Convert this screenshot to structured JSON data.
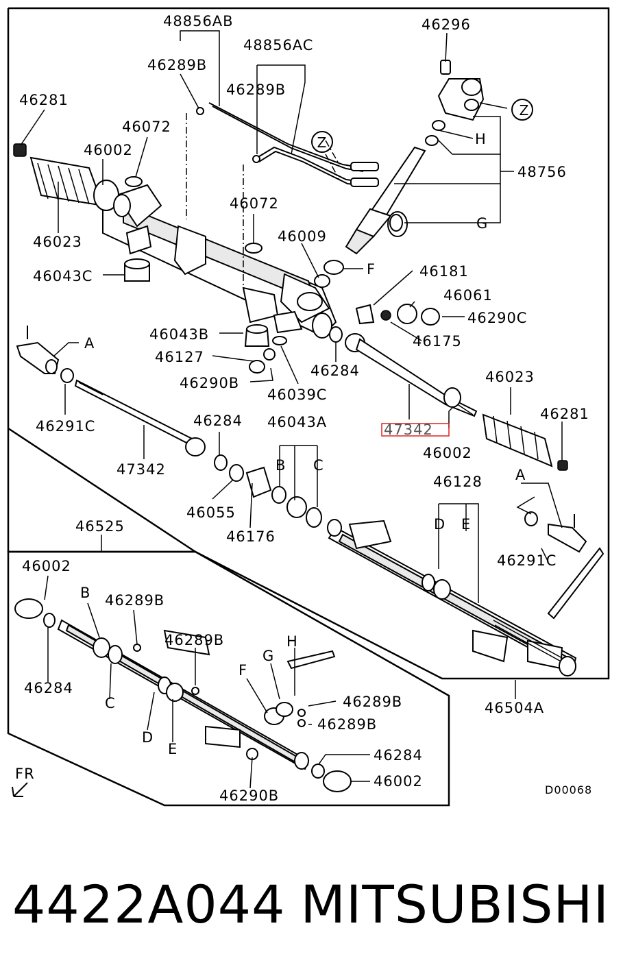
{
  "diagram": {
    "code": "D00068",
    "direction": "FR",
    "highlighted_part": "47342",
    "labels": {
      "l48856ab": "48856AB",
      "l48856ac": "48856AC",
      "l46296": "46296",
      "l46289b_a": "46289B",
      "l46289b_b": "46289B",
      "l46281_a": "46281",
      "l46072_a": "46072",
      "l46002_a": "46002",
      "z_a": "Z",
      "z_b": "Z",
      "h_a": "H",
      "l48756": "48756",
      "g_a": "G",
      "l46023_a": "46023",
      "l46072_b": "46072",
      "l46009": "46009",
      "f_a": "F",
      "l46043c": "46043C",
      "l46181": "46181",
      "l46061": "46061",
      "l46290c": "46290C",
      "l46175": "46175",
      "a_a": "A",
      "l46043b": "46043B",
      "l46127": "46127",
      "l46284_a": "46284",
      "l46290b_a": "46290B",
      "l46039c": "46039C",
      "l46023_b": "46023",
      "l46291c_a": "46291C",
      "l46281_b": "46281",
      "l47342_a": "47342",
      "l47342_b": "47342",
      "l46002_b": "46002",
      "l46284_b": "46284",
      "l46043a": "46043A",
      "b_a": "B",
      "c_a": "C",
      "a_b": "A",
      "l46128": "46128",
      "l46055": "46055",
      "l46176": "46176",
      "d_a": "D",
      "e_a": "E",
      "l46525": "46525",
      "l46291c_b": "46291C",
      "l46002_c": "46002",
      "b_b": "B",
      "l46289b_c": "46289B",
      "l46289b_d": "46289B",
      "h_b": "H",
      "g_b": "G",
      "f_b": "F",
      "l46284_c": "46284",
      "c_b": "C",
      "l46289b_e": "46289B",
      "l46289b_f": "46289B",
      "d_b": "D",
      "e_b": "E",
      "l46504a": "46504A",
      "l46284_d": "46284",
      "l46002_d": "46002",
      "l46290b_b": "46290B"
    }
  },
  "caption": {
    "part_number": "4422A044",
    "brand": "MITSUBISHI"
  }
}
